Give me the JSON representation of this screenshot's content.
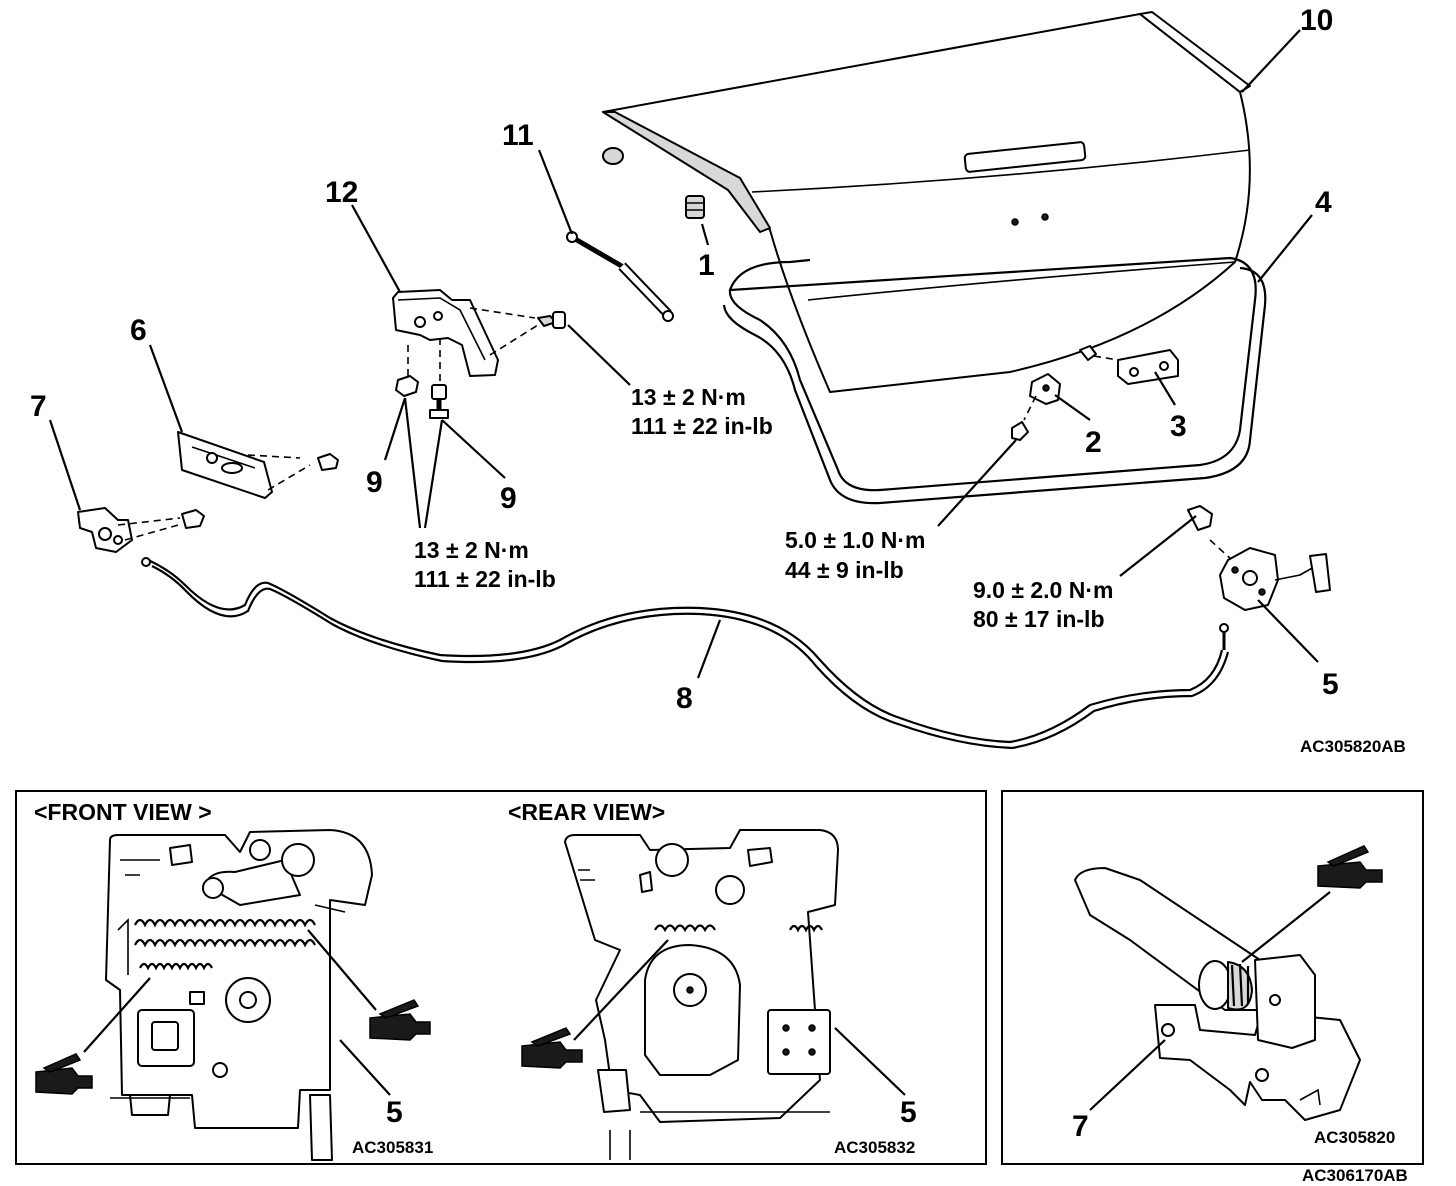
{
  "callouts": {
    "c1": "1",
    "c2": "2",
    "c3": "3",
    "c4": "4",
    "c5": "5",
    "c6": "6",
    "c7": "7",
    "c8": "8",
    "c9a": "9",
    "c9b": "9",
    "c10": "10",
    "c11": "11",
    "c12": "12",
    "inset_front_5": "5",
    "inset_rear_5": "5",
    "inset_right_7": "7"
  },
  "torques": {
    "hinge_bolt": {
      "nm": "13 ± 2 N·m",
      "inlb": "111 ± 22 in-lb"
    },
    "hinge_nut": {
      "nm": "13 ± 2 N·m",
      "inlb": "111 ± 22 in-lb"
    },
    "striker_bolt": {
      "nm": "5.0 ± 1.0 N·m",
      "inlb": "44 ± 9 in-lb"
    },
    "latch_bolt": {
      "nm": "9.0 ± 2.0 N·m",
      "inlb": "80 ± 17 in-lb"
    }
  },
  "codes": {
    "main": "AC305820AB",
    "front_view": "AC305831",
    "rear_view": "AC305832",
    "right_inset": "AC305820",
    "bottom": "AC306170AB"
  },
  "views": {
    "front": "<FRONT VIEW >",
    "rear": "<REAR VIEW>"
  }
}
